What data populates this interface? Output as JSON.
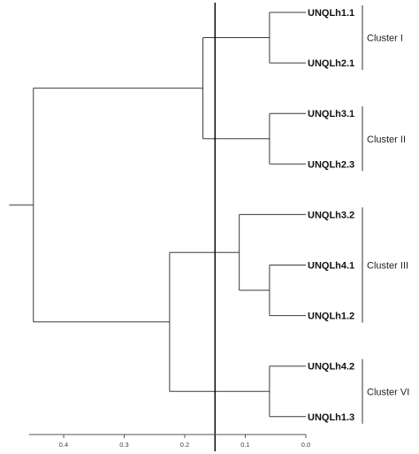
{
  "dendrogram": {
    "leaves": [
      "UNQLh1.1",
      "UNQLh2.1",
      "UNQLh3.1",
      "UNQLh2.3",
      "UNQLh3.2",
      "UNQLh4.1",
      "UNQLh1.2",
      "UNQLh4.2",
      "UNQLh1.3"
    ],
    "clusters": [
      {
        "label": "Cluster I",
        "members": [
          0,
          1
        ]
      },
      {
        "label": "Cluster II",
        "members": [
          2,
          3
        ]
      },
      {
        "label": "Cluster III",
        "members": [
          4,
          5,
          6
        ]
      },
      {
        "label": "Cluster VI",
        "members": [
          7,
          8
        ]
      }
    ],
    "merges": [
      {
        "children": [
          "L0",
          "L1"
        ],
        "height": 0.06
      },
      {
        "children": [
          "L2",
          "L3"
        ],
        "height": 0.06
      },
      {
        "children": [
          "L5",
          "L6"
        ],
        "height": 0.06
      },
      {
        "children": [
          "L4",
          "N2"
        ],
        "height": 0.11
      },
      {
        "children": [
          "L7",
          "L8"
        ],
        "height": 0.06
      },
      {
        "children": [
          "N0",
          "N1"
        ],
        "height": 0.17
      },
      {
        "children": [
          "N3",
          "N4"
        ],
        "height": 0.225
      },
      {
        "children": [
          "N5",
          "N6"
        ],
        "height": 0.45
      }
    ],
    "root_stub_height": 0.49,
    "cut_height": 0.15
  },
  "axis": {
    "ticks": [
      0.4,
      0.3,
      0.2,
      0.1,
      0.0
    ],
    "tick_labels": [
      "0.4",
      "0.3",
      "0.2",
      "0.1",
      "0.0"
    ],
    "range": [
      0.45,
      0.0
    ]
  }
}
